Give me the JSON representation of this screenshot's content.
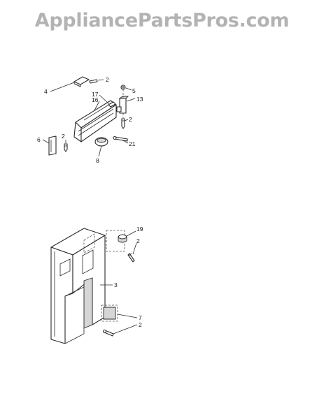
{
  "watermark": "AppliancePartsPros.com",
  "callouts": {
    "upper": {
      "c4": "4",
      "c2a": "2",
      "c17": "17",
      "c16": "16",
      "c5": "5",
      "c13": "13",
      "c2b": "2",
      "c6": "6",
      "c2c": "2",
      "c21": "21",
      "c8": "8"
    },
    "lower": {
      "c19": "19",
      "c2d": "2",
      "c3": "3",
      "c7": "7",
      "c2e": "2"
    }
  }
}
